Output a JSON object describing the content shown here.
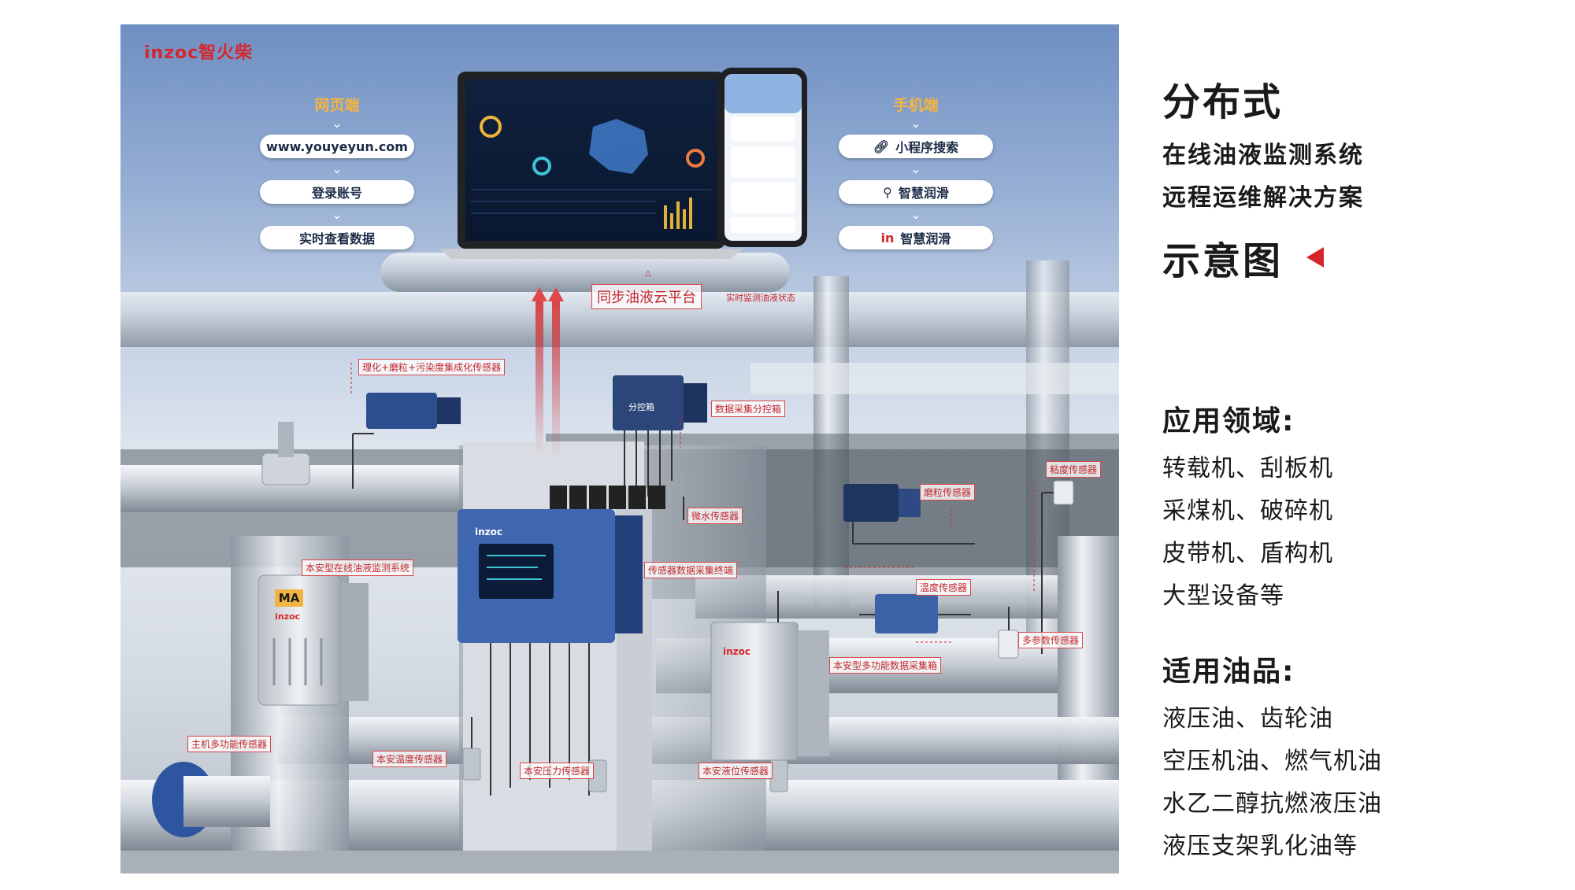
{
  "scene": {
    "logo": "inzoc智火柴",
    "web": {
      "header": "网页端",
      "items": [
        "www.youyeyun.com",
        "登录账号",
        "实时查看数据"
      ]
    },
    "mobile": {
      "header": "手机端",
      "items": [
        "小程序搜索",
        "智慧润滑",
        "智慧润滑"
      ]
    },
    "cloud_label": "同步油液云平台",
    "cloud_sub": "实时监测油液状态",
    "labels": {
      "integrated_sensor": "理化+磨粒+污染度集成化传感器",
      "control_box": "数据采集分控箱",
      "moisture_sensor": "微水传感器",
      "particle_sensor": "磨粒传感器",
      "viscosity_sensor": "粘度传感器",
      "terminal": "传感器数据采集终端",
      "online_system": "本安型在线油液监测系统",
      "temp_sensor": "温度传感器",
      "multi_sensor": "多参数传感器",
      "host_sensor": "主机多功能传感器",
      "multi_box": "本安型多功能数据采集箱",
      "sensor_a": "本安温度传感器",
      "sensor_b": "本安压力传感器",
      "sensor_c": "本安液位传感器"
    },
    "device_texts": {
      "ma_badge": "MA",
      "box_brand": "inzoc",
      "control_box_text": "分控箱"
    }
  },
  "side": {
    "title1": "分布式",
    "line1": "在线油液监测系统",
    "line2": "远程运维解决方案",
    "title2": "示意图",
    "app_header": "应用领域:",
    "app_items": [
      "转载机、刮板机",
      "采煤机、破碎机",
      "皮带机、盾构机",
      "大型设备等"
    ],
    "oil_header": "适用油品:",
    "oil_items": [
      "液压油、齿轮油",
      "空压机油、燃气机油",
      "水乙二醇抗燃液压油",
      "液压支架乳化油等"
    ]
  },
  "colors": {
    "accent_red": "#d6262a",
    "header_gold": "#f3b443",
    "navy": "#1d2b48"
  }
}
